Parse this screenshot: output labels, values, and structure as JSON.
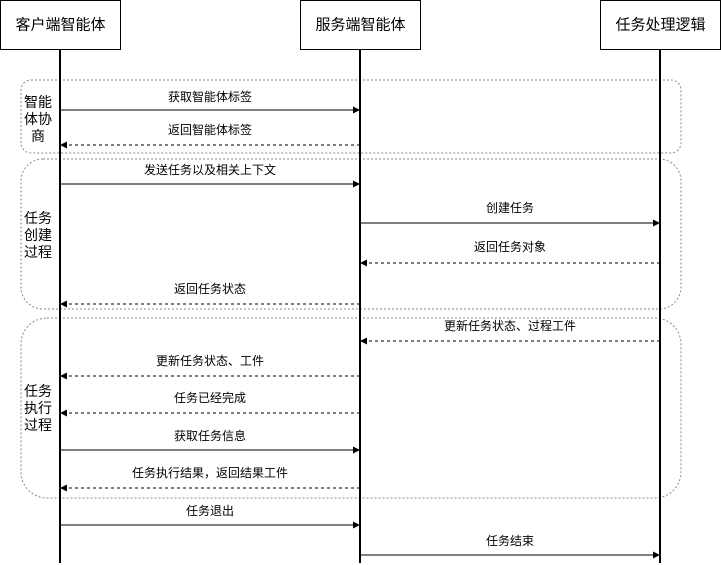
{
  "actors": [
    {
      "key": "client",
      "label": "客户端智能体"
    },
    {
      "key": "server",
      "label": "服务端智能体"
    },
    {
      "key": "logic",
      "label": "任务处理逻辑"
    }
  ],
  "groups": [
    {
      "key": "negotiation",
      "lines": [
        "智能",
        "体协",
        "商"
      ]
    },
    {
      "key": "creation",
      "lines": [
        "任务",
        "创建",
        "过程"
      ]
    },
    {
      "key": "execution",
      "lines": [
        "任务",
        "执行",
        "过程"
      ]
    }
  ],
  "messages": [
    {
      "from": "client",
      "to": "server",
      "style": "solid",
      "label": "获取智能体标签"
    },
    {
      "from": "server",
      "to": "client",
      "style": "dashed",
      "label": "返回智能体标签"
    },
    {
      "from": "client",
      "to": "server",
      "style": "solid",
      "label": "发送任务以及相关上下文"
    },
    {
      "from": "server",
      "to": "logic",
      "style": "solid",
      "label": "创建任务"
    },
    {
      "from": "logic",
      "to": "server",
      "style": "dashed",
      "label": "返回任务对象"
    },
    {
      "from": "server",
      "to": "client",
      "style": "dashed",
      "label": "返回任务状态"
    },
    {
      "from": "logic",
      "to": "server",
      "style": "dashed",
      "label": "更新任务状态、过程工件"
    },
    {
      "from": "server",
      "to": "client",
      "style": "dashed",
      "label": "更新任务状态、工件"
    },
    {
      "from": "server",
      "to": "client",
      "style": "dashed",
      "label": "任务已经完成"
    },
    {
      "from": "client",
      "to": "server",
      "style": "solid",
      "label": "获取任务信息"
    },
    {
      "from": "server",
      "to": "client",
      "style": "dashed",
      "label": "任务执行结果，返回结果工件"
    },
    {
      "from": "client",
      "to": "server",
      "style": "solid",
      "label": "任务退出"
    },
    {
      "from": "server",
      "to": "logic",
      "style": "solid",
      "label": "任务结束"
    }
  ]
}
